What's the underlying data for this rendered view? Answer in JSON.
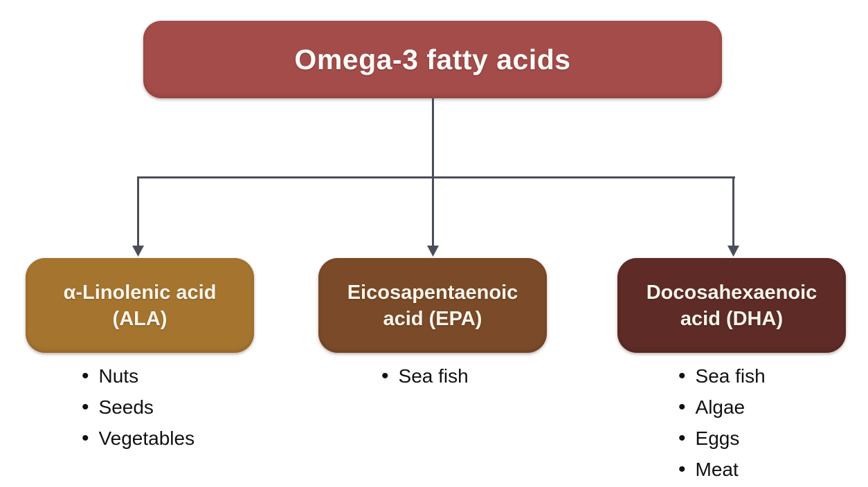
{
  "title": {
    "label": "Omega-3 fatty acids",
    "bg": "#a34c4a"
  },
  "nodes": [
    {
      "id": "ala",
      "label_lines": [
        "α-Linolenic acid",
        "(ALA)"
      ],
      "bg": "#a5742f",
      "sources": [
        "Nuts",
        "Seeds",
        "Vegetables"
      ]
    },
    {
      "id": "epa",
      "label_lines": [
        "Eicosapentaenoic",
        "acid (EPA)"
      ],
      "bg": "#7b4a28",
      "sources": [
        "Sea fish"
      ]
    },
    {
      "id": "dha",
      "label_lines": [
        "Docosahexaenoic",
        "acid (DHA)"
      ],
      "bg": "#5e2b27",
      "sources": [
        "Sea fish",
        "Algae",
        "Eggs",
        "Meat"
      ]
    }
  ],
  "bullet_glyph": "•",
  "connector_color": "#4a4e58",
  "box_text_color": "#fbf6ec",
  "list_text_color": "#111111",
  "background_color": "#ffffff"
}
